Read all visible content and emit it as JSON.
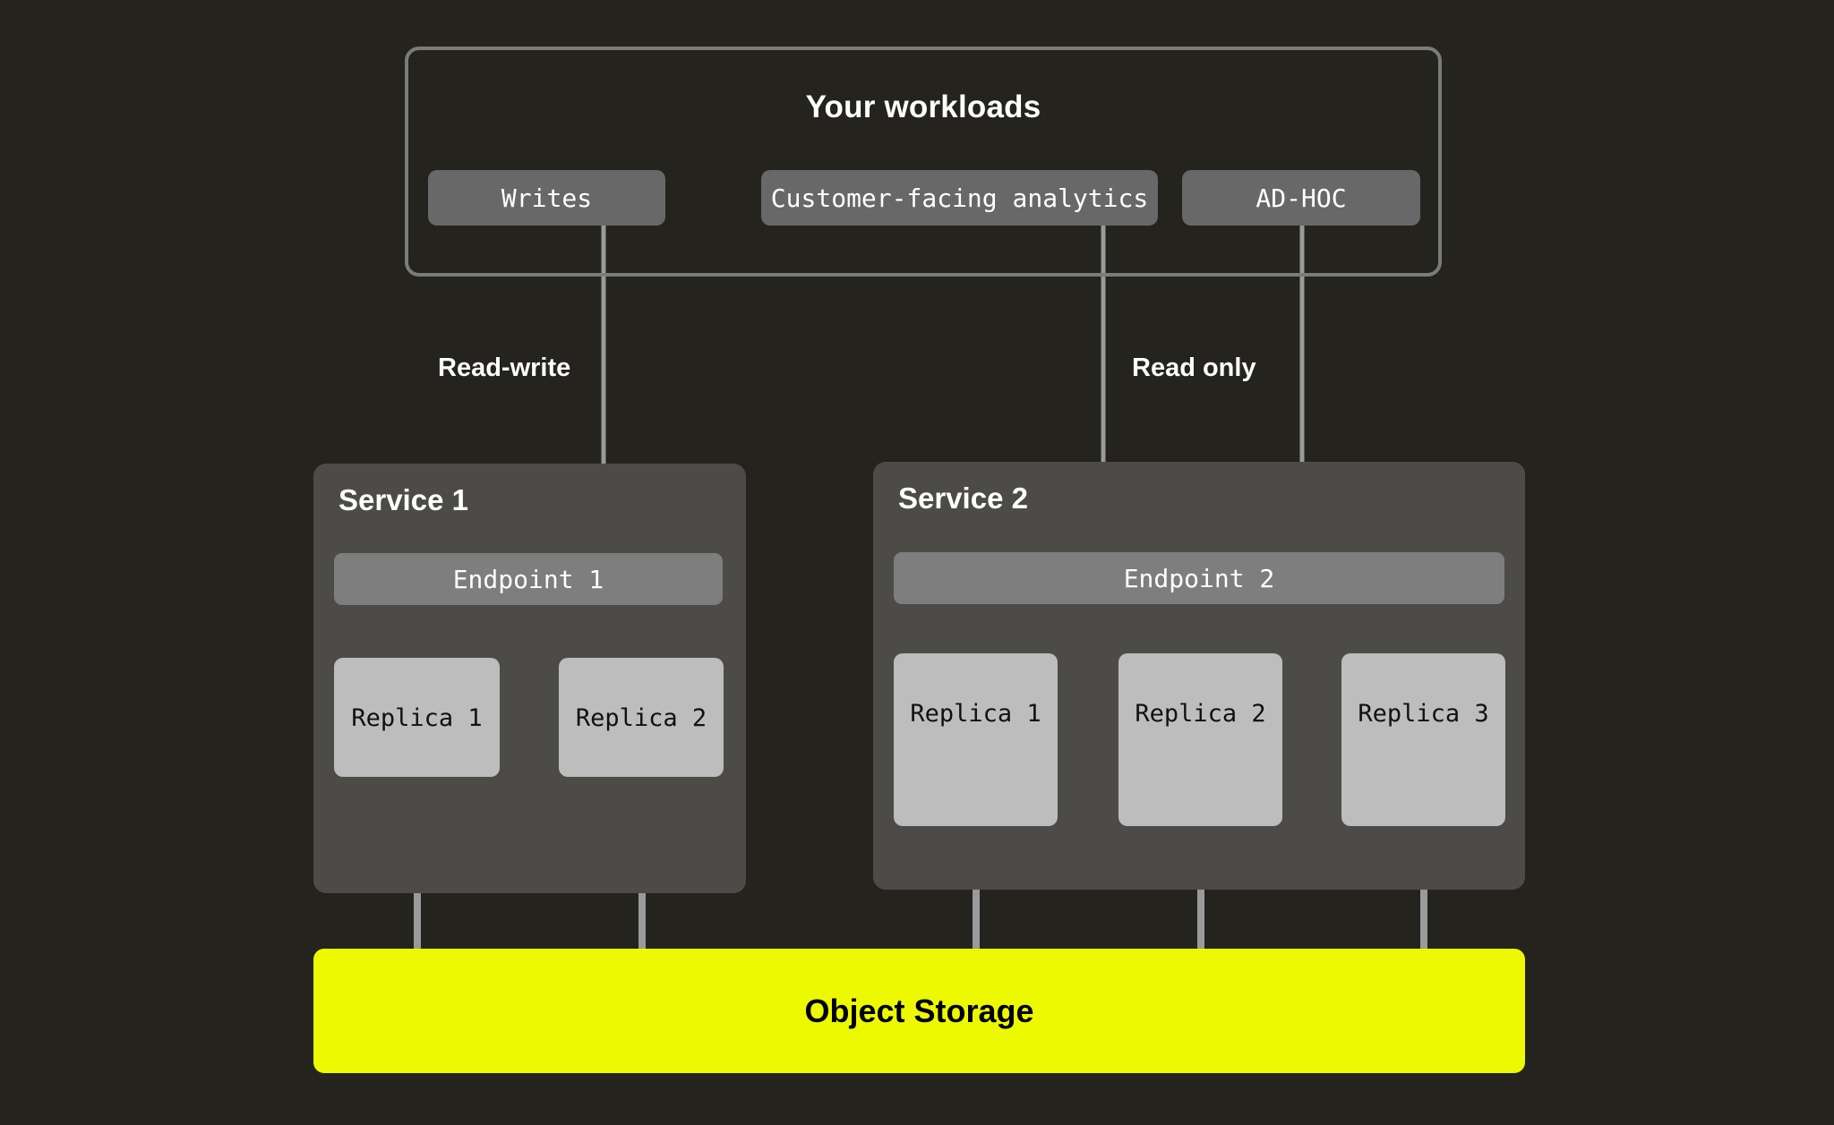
{
  "colors": {
    "background": "#24231e",
    "panel_border": "#7b7b7b",
    "pill_fill": "#686868",
    "service_fill": "#4c4b48",
    "endpoint_fill": "#7e7e7e",
    "replica_fill": "#bdbdbd",
    "object_storage_fill": "#ecf900",
    "connector_line": "#9a9a9a",
    "text_light": "#ffffff",
    "text_dark": "#000000"
  },
  "workloads": {
    "title": "Your workloads",
    "items": [
      {
        "label": "Writes"
      },
      {
        "label": "Customer-facing analytics"
      },
      {
        "label": "AD-HOC"
      }
    ]
  },
  "edge_labels": {
    "read_write": "Read-write",
    "read_only": "Read only"
  },
  "services": [
    {
      "title": "Service 1",
      "endpoint": "Endpoint 1",
      "replicas": [
        {
          "label": "Replica 1"
        },
        {
          "label": "Replica 2"
        }
      ]
    },
    {
      "title": "Service 2",
      "endpoint": "Endpoint 2",
      "replicas": [
        {
          "label": "Replica 1"
        },
        {
          "label": "Replica 2"
        },
        {
          "label": "Replica 3"
        }
      ]
    }
  ],
  "storage": {
    "label": "Object Storage"
  }
}
